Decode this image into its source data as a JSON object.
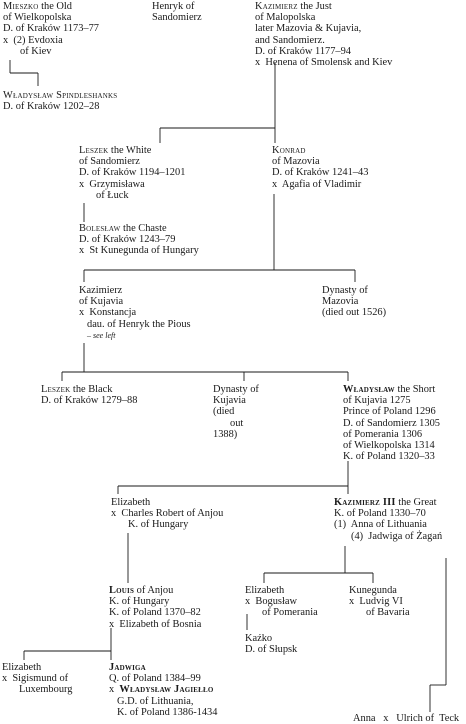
{
  "nodes": [
    {
      "id": "mieszko",
      "lines": [
        {
          "parts": [
            {
              "t": "Mieszko",
              "c": "sc"
            },
            {
              "t": " the Old"
            }
          ]
        },
        {
          "parts": [
            {
              "t": "of Wielkopolska"
            }
          ]
        },
        {
          "parts": [
            {
              "t": "D. of Kraków 1173–77"
            }
          ]
        },
        {
          "parts": [
            {
              "t": "x  (2) Evdoxia"
            }
          ]
        },
        {
          "parts": [
            {
              "t": "of Kiev"
            }
          ],
          "indent": 2
        }
      ]
    },
    {
      "id": "henryk",
      "lines": [
        {
          "parts": [
            {
              "t": "Henryk of"
            }
          ]
        },
        {
          "parts": [
            {
              "t": "Sandomierz"
            }
          ]
        }
      ]
    },
    {
      "id": "kazimierz-just",
      "lines": [
        {
          "parts": [
            {
              "t": "Kazimierz",
              "c": "sc"
            },
            {
              "t": " the Just"
            }
          ]
        },
        {
          "parts": [
            {
              "t": "of Malopolska"
            }
          ]
        },
        {
          "parts": [
            {
              "t": "later Mazovia & Kujavia,"
            }
          ]
        },
        {
          "parts": [
            {
              "t": "and Sandomierz."
            }
          ]
        },
        {
          "parts": [
            {
              "t": "D. of Kraków 1177–94"
            }
          ]
        },
        {
          "parts": [
            {
              "t": "x  Henena of Smolensk and Kiev"
            }
          ]
        }
      ]
    },
    {
      "id": "wladyslaw-spindleshanks",
      "lines": [
        {
          "parts": [
            {
              "t": "Władysław Spindleshanks",
              "c": "sc"
            }
          ]
        },
        {
          "parts": [
            {
              "t": "D. of Kraków 1202–28"
            }
          ]
        }
      ]
    },
    {
      "id": "leszek-white",
      "lines": [
        {
          "parts": [
            {
              "t": "Leszek",
              "c": "sc"
            },
            {
              "t": " the White"
            }
          ]
        },
        {
          "parts": [
            {
              "t": "of Sandomierz"
            }
          ]
        },
        {
          "parts": [
            {
              "t": "D. of Kraków 1194–1201"
            }
          ]
        },
        {
          "parts": [
            {
              "t": "x  Grzymisława"
            }
          ]
        },
        {
          "parts": [
            {
              "t": "of Łuck"
            }
          ],
          "indent": 2
        }
      ]
    },
    {
      "id": "konrad",
      "lines": [
        {
          "parts": [
            {
              "t": "Konrad",
              "c": "sc"
            }
          ]
        },
        {
          "parts": [
            {
              "t": "of Mazovia"
            }
          ]
        },
        {
          "parts": [
            {
              "t": "D. of Kraków 1241–43"
            }
          ]
        },
        {
          "parts": [
            {
              "t": "x  Agafia of Vladimir"
            }
          ]
        }
      ]
    },
    {
      "id": "boleslaw-chaste",
      "lines": [
        {
          "parts": [
            {
              "t": "Bolesław",
              "c": "sc"
            },
            {
              "t": " the Chaste"
            }
          ]
        },
        {
          "parts": [
            {
              "t": "D. of Kraków 1243–79"
            }
          ]
        },
        {
          "parts": [
            {
              "t": "x  St Kunegunda of Hungary"
            }
          ]
        }
      ]
    },
    {
      "id": "kazimierz-kujavia",
      "lines": [
        {
          "parts": [
            {
              "t": "Kazimierz"
            }
          ]
        },
        {
          "parts": [
            {
              "t": "of Kujavia"
            }
          ]
        },
        {
          "parts": [
            {
              "t": "x  Konstancja"
            }
          ]
        },
        {
          "parts": [
            {
              "t": "dau. of Henryk the Pious"
            }
          ],
          "indent": 1
        },
        {
          "parts": [
            {
              "t": "– see left",
              "c": "it"
            }
          ],
          "indent": 1
        }
      ]
    },
    {
      "id": "dynasty-mazovia",
      "lines": [
        {
          "parts": [
            {
              "t": "Dynasty of"
            }
          ]
        },
        {
          "parts": [
            {
              "t": "Mazovia"
            }
          ]
        },
        {
          "parts": [
            {
              "t": "(died out 1526)"
            }
          ]
        }
      ]
    },
    {
      "id": "leszek-black",
      "lines": [
        {
          "parts": [
            {
              "t": "Leszek",
              "c": "sc"
            },
            {
              "t": " the Black"
            }
          ]
        },
        {
          "parts": [
            {
              "t": "D. of Kraków 1279–88"
            }
          ]
        }
      ]
    },
    {
      "id": "dynasty-kujavia",
      "lines": [
        {
          "parts": [
            {
              "t": "Dynasty of"
            }
          ]
        },
        {
          "parts": [
            {
              "t": "Kujavia"
            }
          ]
        },
        {
          "parts": [
            {
              "t": "(died"
            }
          ]
        },
        {
          "parts": [
            {
              "t": "out"
            }
          ],
          "indent": 2
        },
        {
          "parts": [
            {
              "t": "1388)"
            }
          ]
        }
      ]
    },
    {
      "id": "wladyslaw-short",
      "lines": [
        {
          "parts": [
            {
              "t": "Władysław",
              "c": "sc b"
            },
            {
              "t": " the Short"
            }
          ]
        },
        {
          "parts": [
            {
              "t": "of Kujavia 1275"
            }
          ]
        },
        {
          "parts": [
            {
              "t": "Prince of Poland 1296"
            }
          ]
        },
        {
          "parts": [
            {
              "t": "D. of Sandomierz 1305"
            }
          ]
        },
        {
          "parts": [
            {
              "t": "of Pomerania 1306"
            }
          ]
        },
        {
          "parts": [
            {
              "t": "of Wielkopolska 1314"
            }
          ]
        },
        {
          "parts": [
            {
              "t": "K. of Poland 1320–33"
            }
          ]
        }
      ]
    },
    {
      "id": "elizabeth-hungary",
      "lines": [
        {
          "parts": [
            {
              "t": "Elizabeth"
            }
          ]
        },
        {
          "parts": [
            {
              "t": "x  Charles Robert of Anjou"
            }
          ]
        },
        {
          "parts": [
            {
              "t": "K. of Hungary"
            }
          ],
          "indent": 2
        }
      ]
    },
    {
      "id": "kazimierz-great",
      "lines": [
        {
          "parts": [
            {
              "t": "Kazimierz III",
              "c": "sc b"
            },
            {
              "t": " the Great"
            }
          ]
        },
        {
          "parts": [
            {
              "t": "K. of Poland 1330–70"
            }
          ]
        },
        {
          "parts": [
            {
              "t": "(1)  Anna of Lithuania"
            }
          ]
        },
        {
          "parts": [
            {
              "t": "(4)  Jadwiga of Żagań"
            }
          ],
          "indent": 2
        }
      ]
    },
    {
      "id": "louis-anjou",
      "lines": [
        {
          "parts": [
            {
              "t": "Louis",
              "c": "sc b"
            },
            {
              "t": " of Anjou"
            }
          ]
        },
        {
          "parts": [
            {
              "t": "K. of Hungary"
            }
          ]
        },
        {
          "parts": [
            {
              "t": "K. of Poland 1370–82"
            }
          ]
        },
        {
          "parts": [
            {
              "t": "x  Elizabeth of Bosnia"
            }
          ]
        }
      ]
    },
    {
      "id": "elizabeth-pomerania",
      "lines": [
        {
          "parts": [
            {
              "t": "Elizabeth"
            }
          ]
        },
        {
          "parts": [
            {
              "t": "x  Bogusław"
            }
          ]
        },
        {
          "parts": [
            {
              "t": "of Pomerania"
            }
          ],
          "indent": 2
        }
      ]
    },
    {
      "id": "kunegunda",
      "lines": [
        {
          "parts": [
            {
              "t": "Kunegunda"
            }
          ]
        },
        {
          "parts": [
            {
              "t": "x  Ludvig VI"
            }
          ]
        },
        {
          "parts": [
            {
              "t": "of Bavaria"
            }
          ],
          "indent": 2
        }
      ]
    },
    {
      "id": "kazko",
      "lines": [
        {
          "parts": [
            {
              "t": "Kaźko"
            }
          ]
        },
        {
          "parts": [
            {
              "t": "D. of Słupsk"
            }
          ]
        }
      ]
    },
    {
      "id": "elizabeth-luxembourg",
      "lines": [
        {
          "parts": [
            {
              "t": "Elizabeth"
            }
          ]
        },
        {
          "parts": [
            {
              "t": "x  Sigismund of"
            }
          ]
        },
        {
          "parts": [
            {
              "t": "Luxembourg"
            }
          ],
          "indent": 2
        }
      ]
    },
    {
      "id": "jadwiga",
      "lines": [
        {
          "parts": [
            {
              "t": "Jadwiga",
              "c": "sc b"
            }
          ]
        },
        {
          "parts": [
            {
              "t": "Q. of Poland 1384–99"
            }
          ]
        },
        {
          "parts": [
            {
              "t": "x  "
            },
            {
              "t": "Władysław Jagiełło",
              "c": "sc b"
            }
          ]
        },
        {
          "parts": [
            {
              "t": "G.D. of Lithuania,"
            }
          ],
          "indent": 1
        },
        {
          "parts": [
            {
              "t": "K. of Poland 1386-1434"
            }
          ],
          "indent": 1
        }
      ]
    },
    {
      "id": "anna-teck",
      "lines": [
        {
          "parts": [
            {
              "t": "Anna   x   Ulrich of  Teck"
            }
          ]
        }
      ]
    }
  ]
}
